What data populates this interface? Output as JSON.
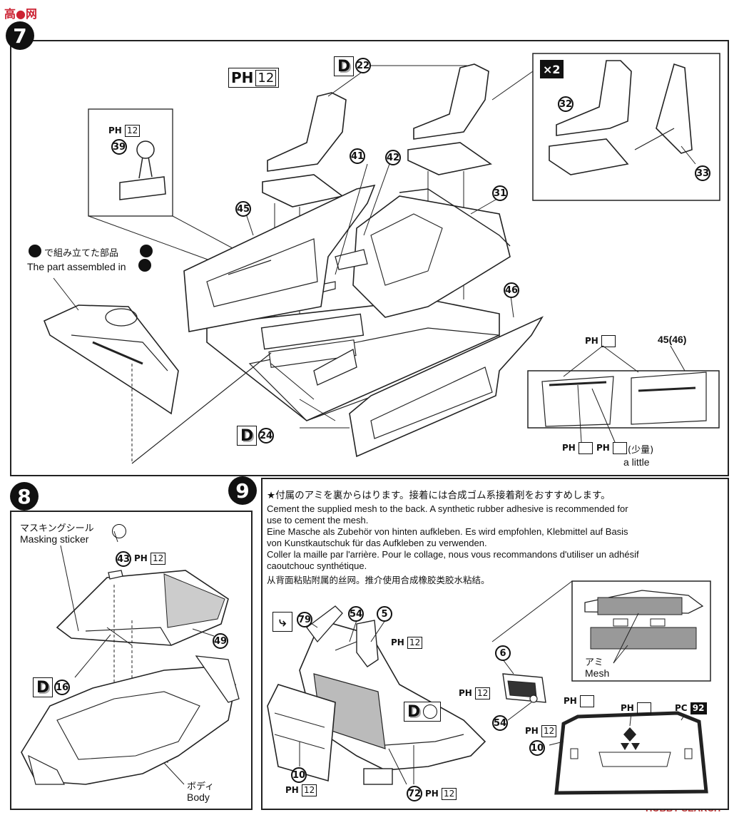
{
  "watermark_top": "高●网",
  "watermark_bottom": "HOBBY SEARCH",
  "steps": {
    "s7": "7",
    "s8": "8",
    "s9": "9"
  },
  "paint": {
    "ph": "PH",
    "pc": "PC",
    "n12": "12",
    "n92": "92"
  },
  "decals": {
    "d": "D"
  },
  "step7": {
    "part_nums": {
      "p22": "22",
      "p39": "39",
      "p41": "41",
      "p42": "42",
      "p45": "45",
      "p31": "31",
      "p46": "46",
      "p32": "32",
      "p33": "33",
      "p24": "24",
      "p4546": "45(46)"
    },
    "x2": "×2",
    "assembled_jp": "で組み立てた部品",
    "assembled_en": "The part assembled in",
    "little_jp": "(少量)",
    "little_en": "a little"
  },
  "step8": {
    "masking_jp": "マスキングシール",
    "masking_en": "Masking sticker",
    "body_jp": "ボディ",
    "body_en": "Body",
    "part_nums": {
      "p43": "43",
      "p49": "49",
      "p16": "16"
    }
  },
  "step9": {
    "note_jp": "★付属のアミを裏からはります。接着には合成ゴム系接着剤をおすすめします。",
    "note_en1": "Cement the supplied mesh to the back.  A synthetic rubber adhesive is recommended for",
    "note_en2": "use to cement the mesh.",
    "note_de1": "Eine Masche als Zubehör von hinten aufkleben. Es wird empfohlen, Klebmittel auf Basis",
    "note_de2": "von Kunstkautschuk für das Aufkleben zu verwenden.",
    "note_fr1": "Coller la maille par l'arrière.  Pour le collage, nous vous recommandons d'utiliser un adhésif",
    "note_fr2": "caoutchouc synthétique.",
    "note_cn": "从背面粘贴附属的丝网。推介使用合成橡胶类胶水粘结。",
    "mesh_jp": "アミ",
    "mesh_en": "Mesh",
    "part_nums": {
      "p79": "79",
      "p54": "54",
      "p5": "5",
      "p6": "6",
      "p10": "10",
      "p72": "72"
    }
  }
}
